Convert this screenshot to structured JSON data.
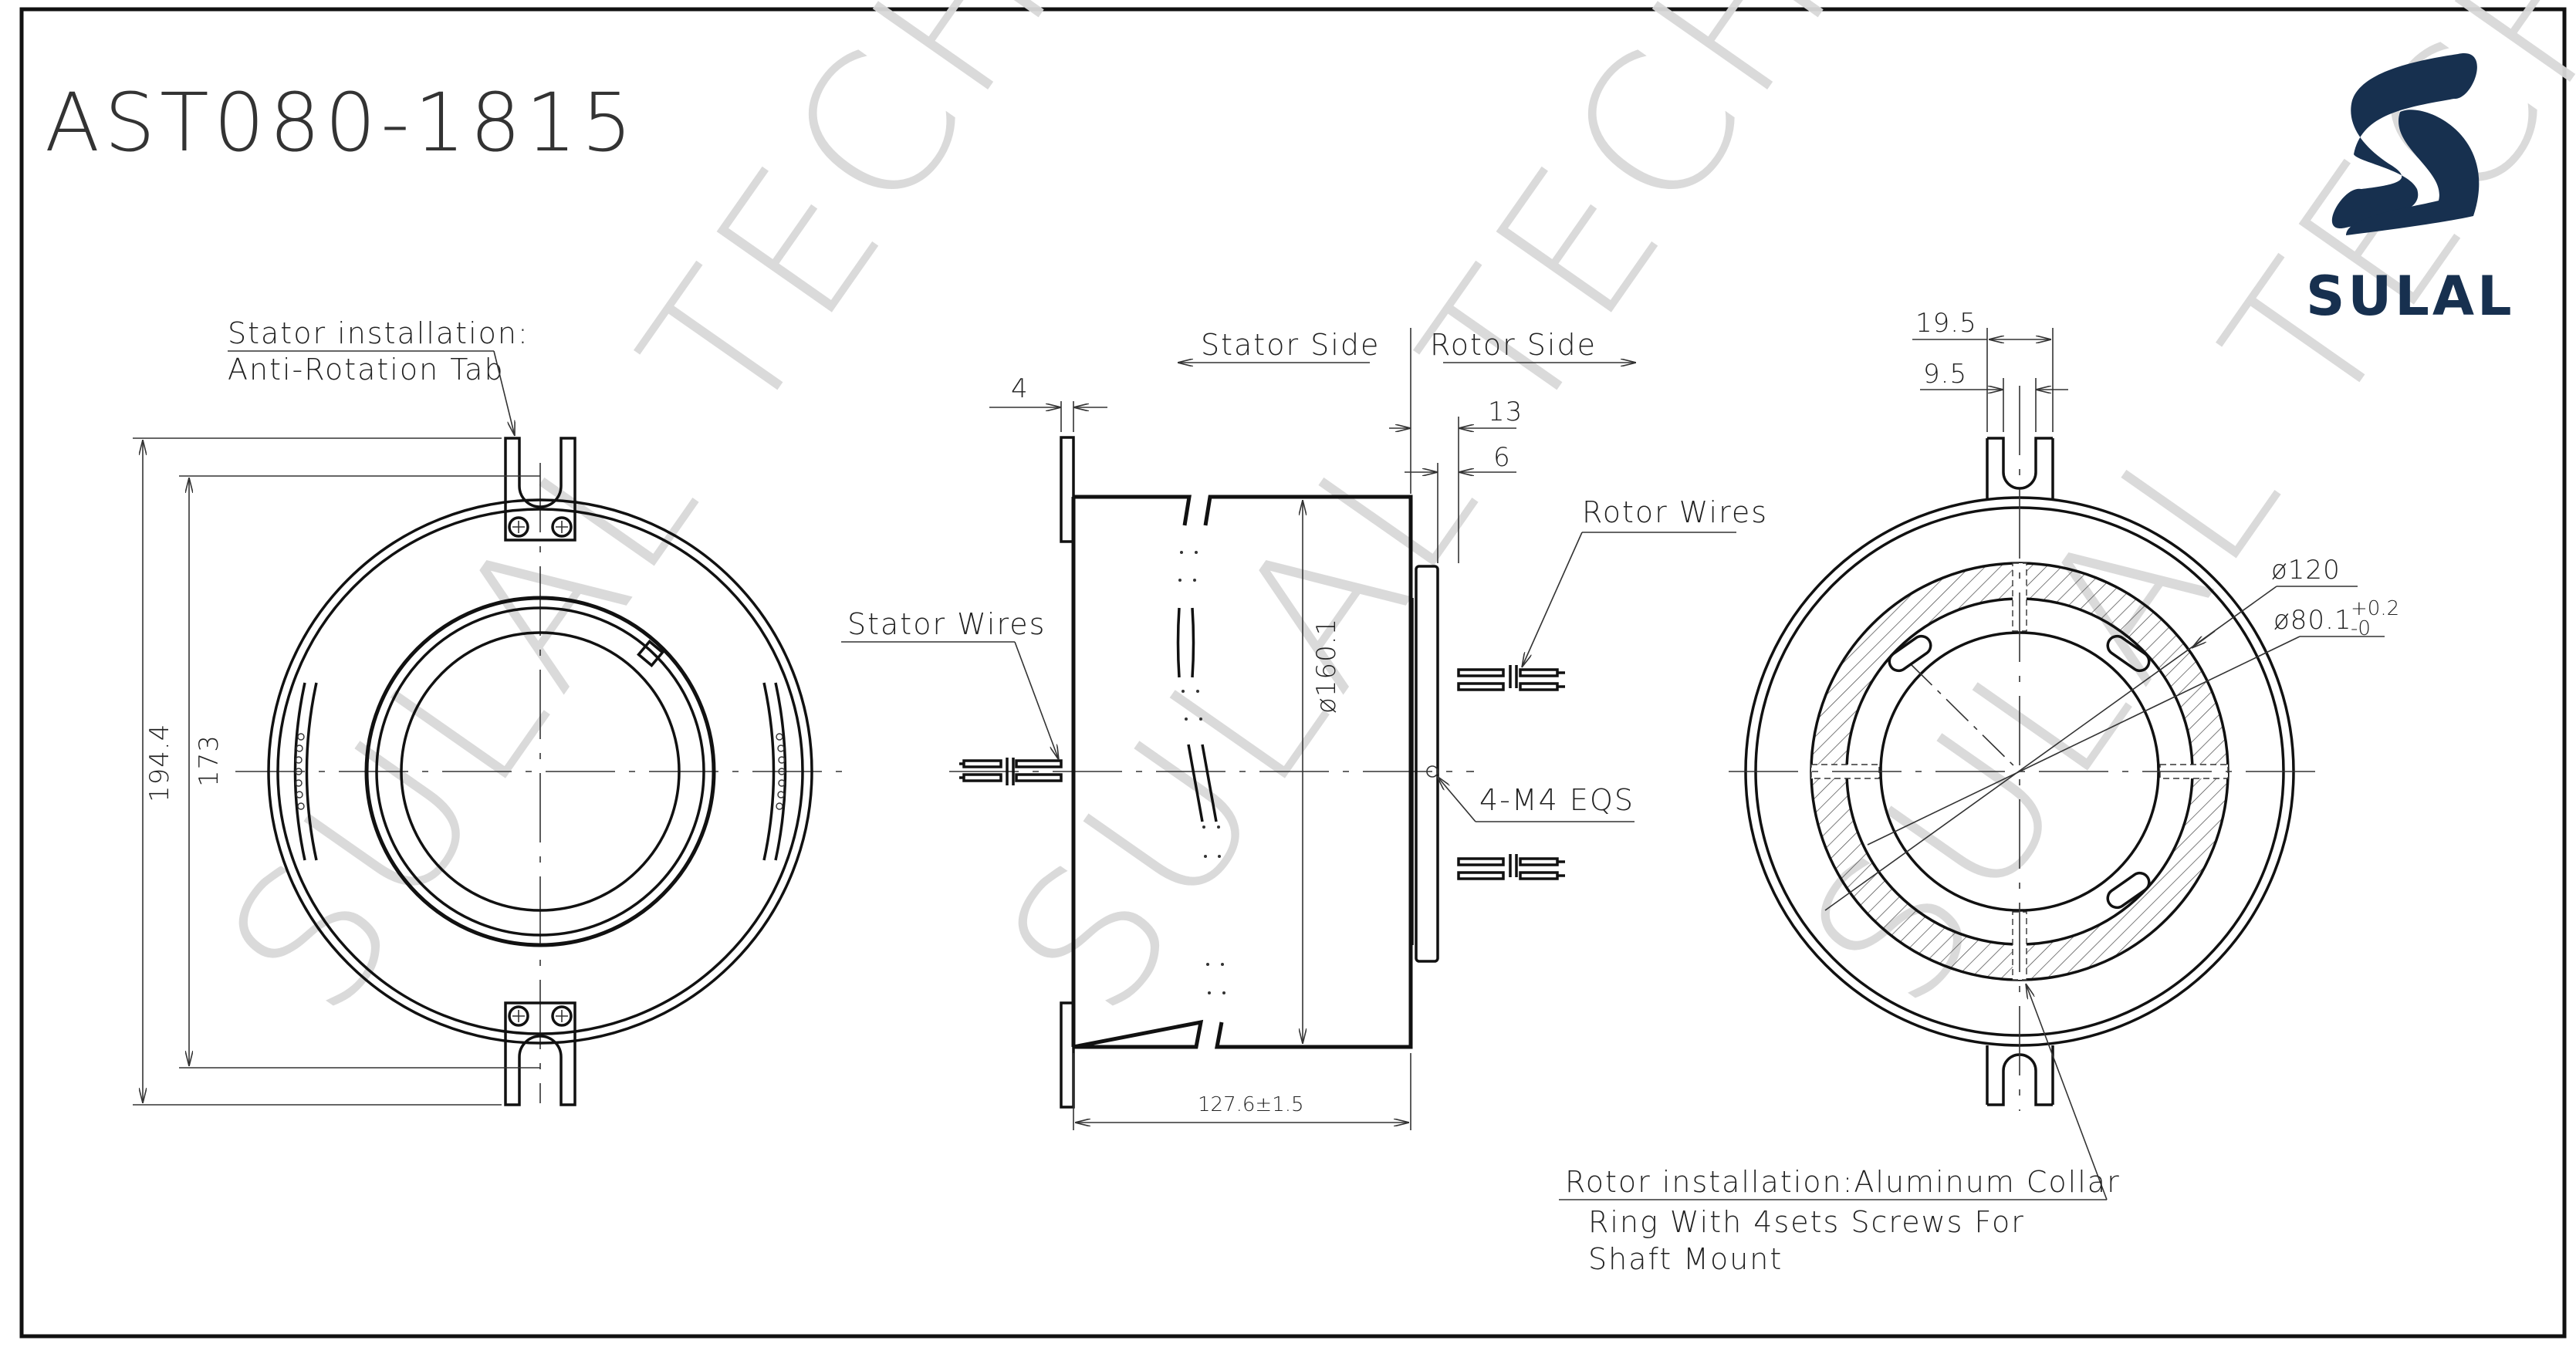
{
  "drawing": {
    "model": "AST080-1815",
    "brand": {
      "name": "SULAL",
      "logo_icon": "stylized-s-logo-icon",
      "color": "#17304f"
    },
    "watermark": "SULAL TECH"
  },
  "front_view_left": {
    "callout_stator_installation": {
      "line1": "Stator installation:",
      "line2": "Anti-Rotation Tab"
    },
    "dimensions": {
      "overall_height": "194.4",
      "tab_span": "173"
    }
  },
  "side_view": {
    "direction_labels": {
      "stator_side": "Stator Side",
      "rotor_side": "Rotor Side"
    },
    "callout_stator_wires": "Stator Wires",
    "callout_rotor_wires": "Rotor Wires",
    "callout_screws": "4-M4 EQS",
    "dimensions": {
      "flange_thickness": "4",
      "rotor_offset": "13",
      "collar_width": "6",
      "body_diameter": "ø160.1",
      "overall_length": "127.6±1.5"
    }
  },
  "front_view_right": {
    "dimensions": {
      "tab_width": "19.5",
      "slot_width": "9.5",
      "collar_diameter": "ø120",
      "bore_diameter": "ø80.1",
      "bore_tol_upper": "+0.2",
      "bore_tol_lower": "-0"
    },
    "callout_rotor_installation": {
      "line1": "Rotor installation:Aluminum Collar",
      "line2": "Ring With 4sets Screws For",
      "line3": "Shaft Mount"
    }
  }
}
